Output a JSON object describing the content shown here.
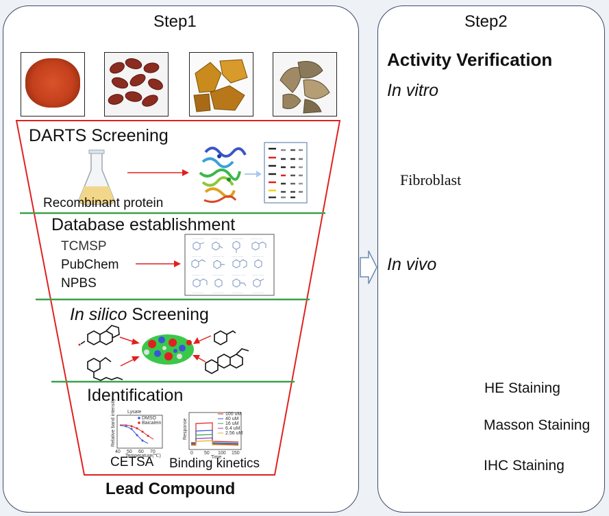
{
  "step1": {
    "title": "Step1",
    "sections": {
      "darts": {
        "title": "DARTS Screening",
        "label": "Recombinant protein"
      },
      "database": {
        "title": "Database establishment",
        "items": [
          "TCMSP",
          "PubChem",
          "NPBS"
        ]
      },
      "insilico": {
        "title_italic": "In silico",
        "title_rest": "Screening"
      },
      "identification": {
        "title": "Identification",
        "cetsa_label": "CETSA",
        "binding_label": "Binding kinetics"
      }
    },
    "lead": "Lead Compound"
  },
  "step2": {
    "title": "Step2",
    "heading": "Activity Verification",
    "invitro": "In vitro",
    "fibroblast": "Fibroblast",
    "invivo": "In vivo",
    "stains": [
      "HE Staining",
      "Masson Staining",
      "IHC Staining"
    ]
  },
  "cetsa_chart": {
    "title": "Lysate",
    "legend": [
      "DMSO",
      "Baicalein"
    ],
    "xlabel": "Temperature(℃)",
    "ylabel": "Relative band intensity",
    "xticks": [
      "40",
      "50",
      "60",
      "70"
    ]
  },
  "binding_chart": {
    "legend": [
      "100 uM",
      "40 uM",
      "16 uM",
      "6.4 uM",
      "2.56 uM"
    ],
    "xlabel": "Time",
    "ylabel": "Response",
    "xticks": [
      "0",
      "50",
      "100",
      "150"
    ]
  },
  "colors": {
    "funnel": "#e02020",
    "divider": "#3aa04a",
    "arrow": "#e02020",
    "panel_border": "#3a4a6a"
  }
}
